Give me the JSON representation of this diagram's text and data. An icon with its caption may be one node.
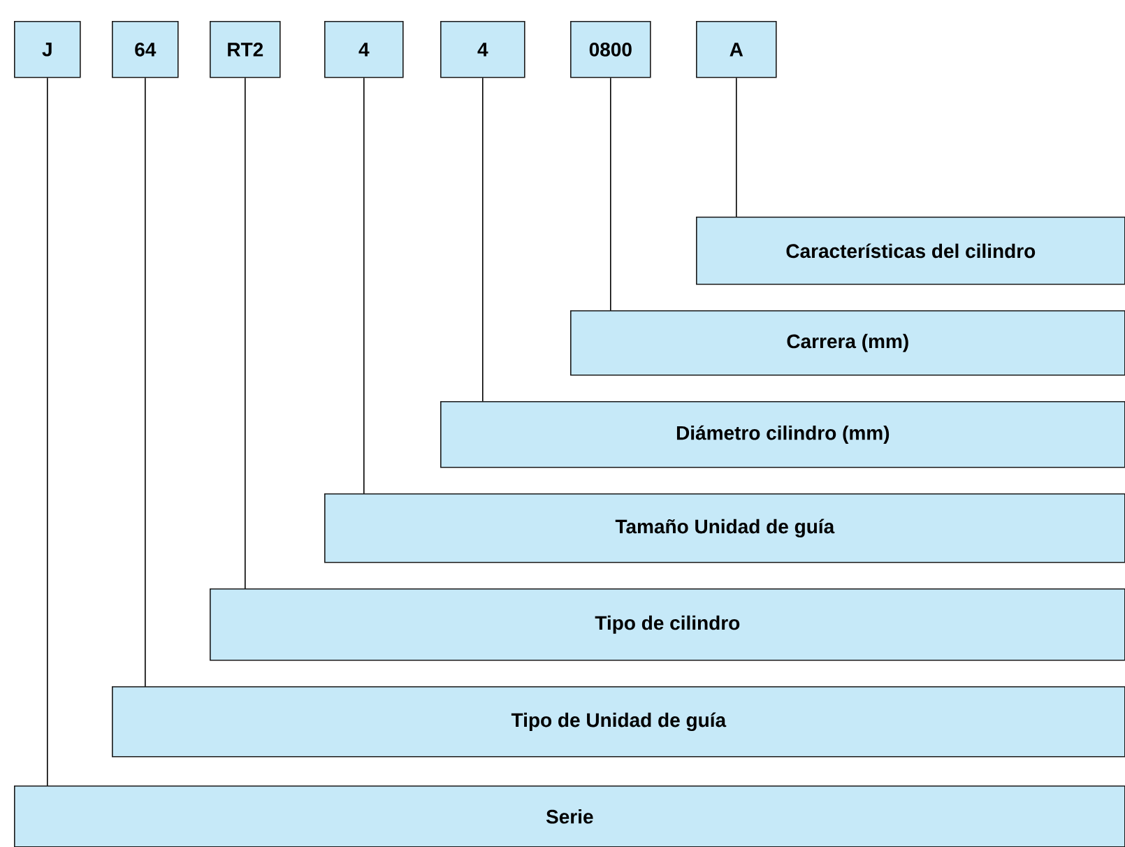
{
  "diagram": {
    "nodes": [
      {
        "text": [
          "J"
        ]
      },
      {
        "text": [
          "64"
        ]
      },
      {
        "text": [
          "RT2"
        ]
      },
      {
        "text": [
          "4"
        ]
      },
      {
        "text": [
          "4"
        ]
      },
      {
        "text": [
          "0800"
        ]
      },
      {
        "text": [
          "A"
        ]
      },
      {
        "text": [
          "Características del cilindro"
        ]
      },
      {
        "text": [
          "Carrera  (mm)"
        ]
      },
      {
        "text": [
          "Diámetro cilindro (mm)"
        ]
      },
      {
        "text": [
          "Tamaño Unidad de guía"
        ]
      },
      {
        "text": [
          "Tipo de cilindro"
        ]
      },
      {
        "text": [
          "Tipo de Unidad de guía"
        ]
      },
      {
        "text": [
          "Serie"
        ]
      }
    ],
    "edges": [
      {
        "from": 0,
        "to": 13,
        "arrow": "none"
      },
      {
        "from": 1,
        "to": 12,
        "arrow": "none"
      },
      {
        "from": 2,
        "to": 11,
        "arrow": "none"
      },
      {
        "from": 3,
        "to": 10,
        "arrow": "none"
      },
      {
        "from": 4,
        "to": 9,
        "arrow": "none"
      },
      {
        "from": 5,
        "to": 8,
        "arrow": "none"
      },
      {
        "from": 6,
        "to": 7,
        "arrow": "none"
      }
    ]
  }
}
